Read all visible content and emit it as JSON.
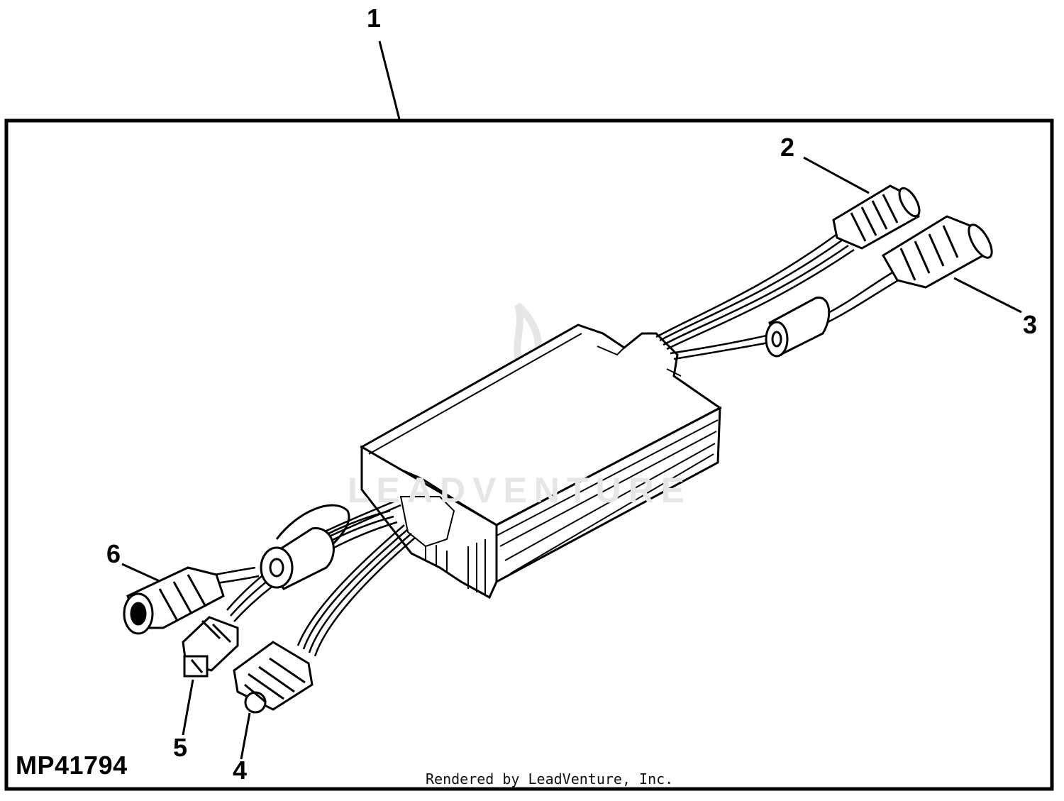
{
  "diagram": {
    "figure_id": "MP41794",
    "credit": "Rendered by LeadVenture, Inc.",
    "watermark_text": "LEADVENTURE",
    "callouts": [
      "1",
      "2",
      "3",
      "4",
      "5",
      "6"
    ],
    "colors": {
      "line": "#000000",
      "background": "#ffffff",
      "watermark": "#e6e6e6"
    }
  }
}
